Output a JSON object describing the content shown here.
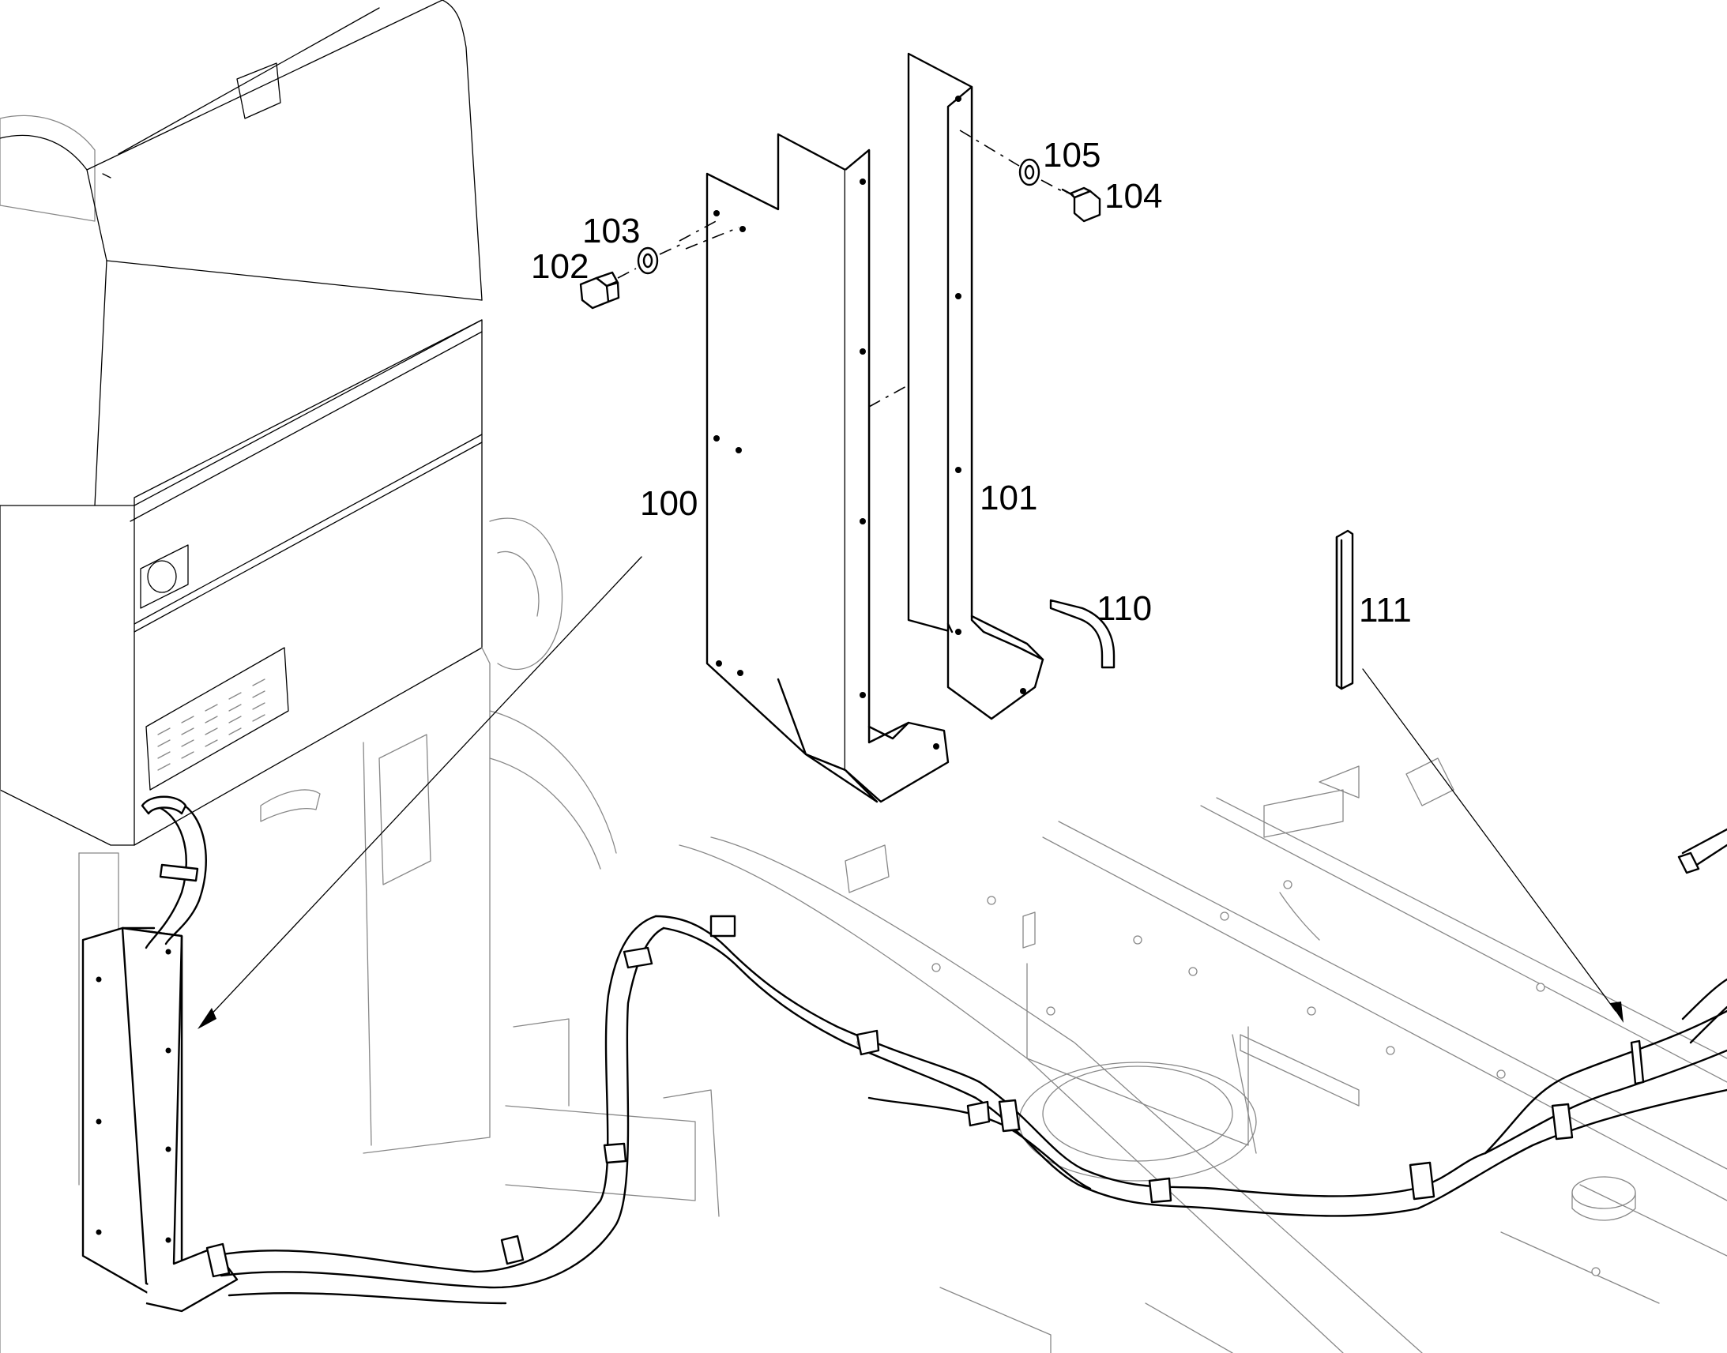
{
  "callouts": [
    {
      "id": "100",
      "label": "100"
    },
    {
      "id": "101",
      "label": "101"
    },
    {
      "id": "102",
      "label": "102"
    },
    {
      "id": "103",
      "label": "103"
    },
    {
      "id": "104",
      "label": "104"
    },
    {
      "id": "105",
      "label": "105"
    },
    {
      "id": "110",
      "label": "110"
    },
    {
      "id": "111",
      "label": "111"
    }
  ]
}
